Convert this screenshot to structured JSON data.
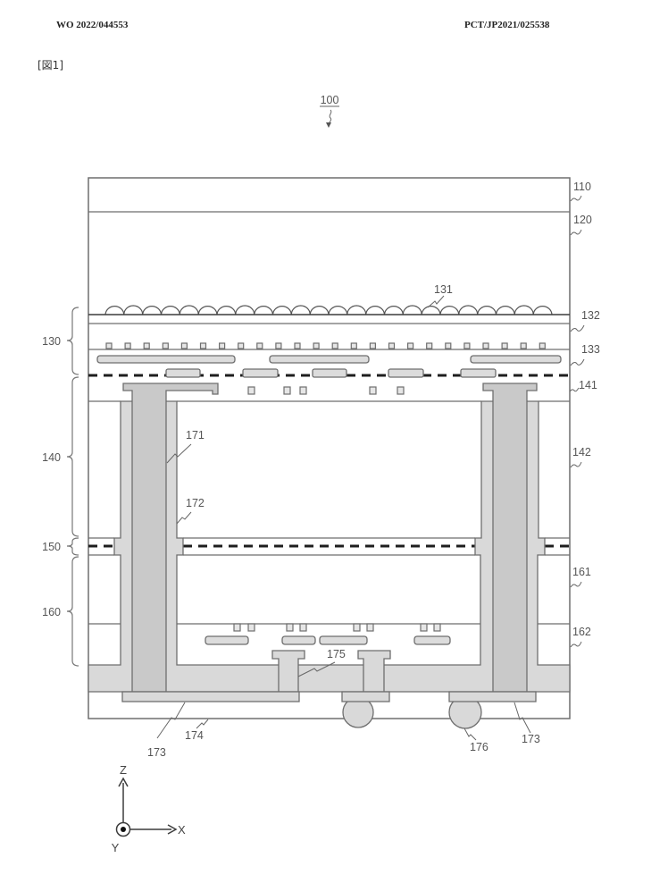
{
  "header": {
    "publication_number": "WO 2022/044553",
    "application_number": "PCT/JP2021/025538"
  },
  "figure": {
    "label": "[図1]",
    "device_ref": "100"
  },
  "layer_labels": {
    "l110": "110",
    "l120": "120",
    "l132": "132",
    "l133": "133",
    "l141": "141",
    "l142": "142",
    "l161": "161",
    "l162": "162"
  },
  "group_labels": {
    "g130": "130",
    "g140": "140",
    "g150": "150",
    "g160": "160"
  },
  "component_labels": {
    "microlens": "131",
    "via_conductor": "171",
    "via_insulator": "172",
    "pad_left": "173",
    "pad_right": "173",
    "protective_film": "174",
    "small_via": "175",
    "bump": "176"
  },
  "axes": {
    "z": "Z",
    "x": "X",
    "y": "Y"
  },
  "colors": {
    "line": "#6e6e6e",
    "fill_gray": "#d9d9d9",
    "fill_core": "#c9c9c9",
    "dashed_line": "#1e1e1e",
    "text": "#555555"
  }
}
